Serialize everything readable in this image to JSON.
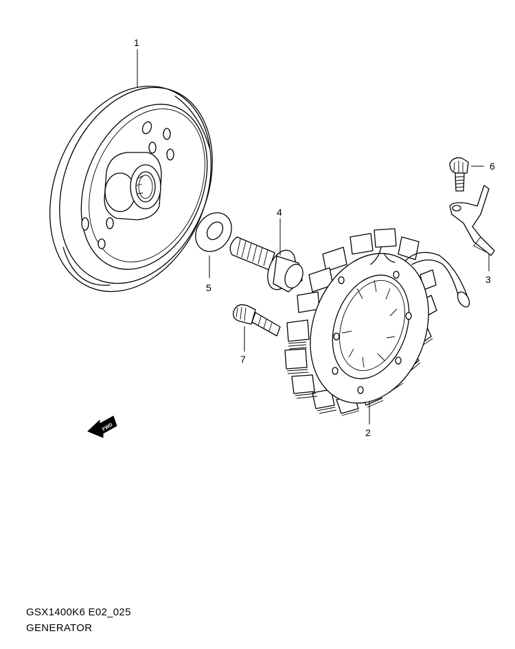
{
  "diagram": {
    "callouts": [
      {
        "id": "1",
        "label": "1"
      },
      {
        "id": "2",
        "label": "2"
      },
      {
        "id": "3",
        "label": "3"
      },
      {
        "id": "4",
        "label": "4"
      },
      {
        "id": "5",
        "label": "5"
      },
      {
        "id": "6",
        "label": "6"
      },
      {
        "id": "7",
        "label": "7"
      }
    ],
    "fwd_label": "FWD"
  },
  "caption": {
    "code": "GSX1400K6 E02_025",
    "name": "GENERATOR"
  }
}
